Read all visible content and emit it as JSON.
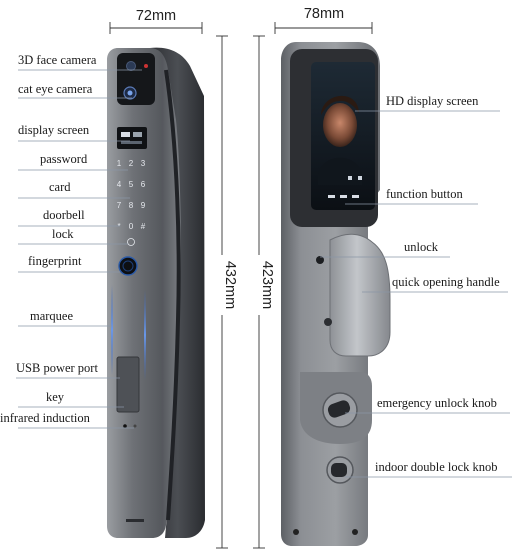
{
  "dimensions": {
    "front_width": "72mm",
    "back_width": "78mm",
    "front_height": "432mm",
    "back_height": "423mm"
  },
  "front_labels": {
    "face_camera": "3D face camera",
    "cat_eye": "cat eye camera",
    "display": "display screen",
    "password": "password",
    "card": "card",
    "doorbell": "doorbell",
    "lock": "lock",
    "fingerprint": "fingerprint",
    "marquee": "marquee",
    "usb": "USB power port",
    "key": "key",
    "infrared": "infrared induction"
  },
  "back_labels": {
    "hd_display": "HD display screen",
    "function_button": "function button",
    "unlock": "unlock",
    "quick_handle": "quick opening handle",
    "emergency_knob": "emergency unlock knob",
    "double_lock_knob": "indoor double lock knob"
  },
  "keypad": [
    "1",
    "2",
    "3",
    "4",
    "5",
    "6",
    "7",
    "8",
    "9",
    "*",
    "0",
    "#"
  ],
  "colors": {
    "body_dark": "#3b3d41",
    "body_mid": "#6b6e73",
    "body_light": "#a4a7ab",
    "marquee_blue": "#5a86d6",
    "leader_line": "#8a96a6"
  }
}
